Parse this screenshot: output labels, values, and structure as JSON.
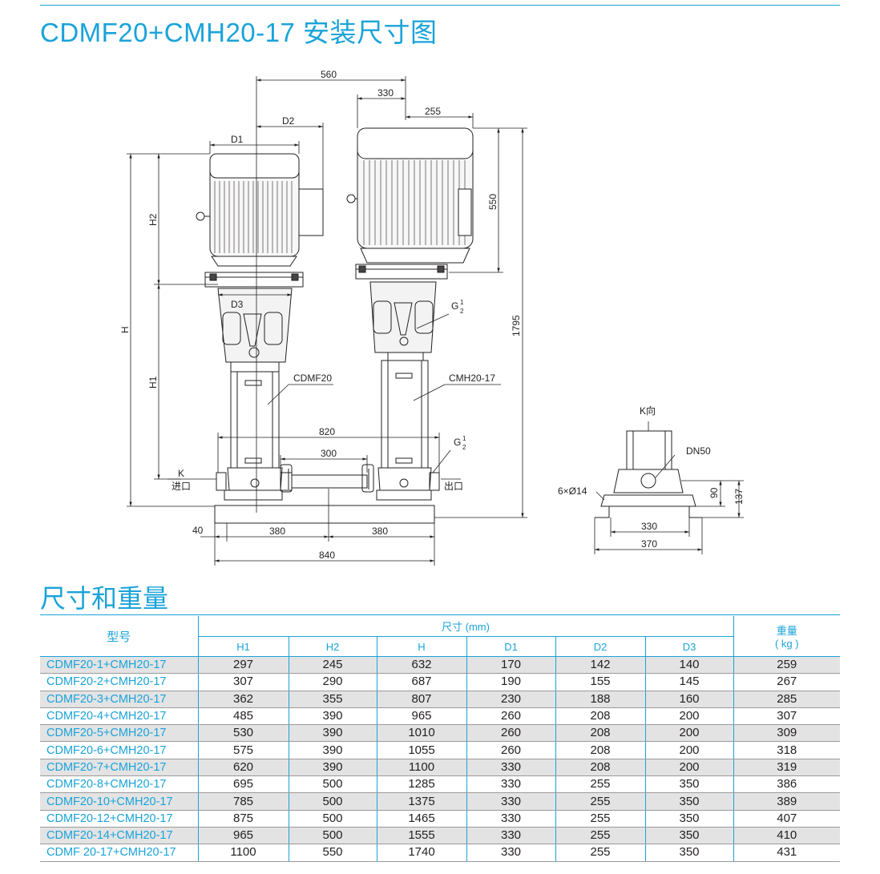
{
  "page": {
    "title": "CDMF20+CMH20-17 安装尺寸图",
    "subtitle": "尺寸和重量"
  },
  "drawing": {
    "labels": {
      "dim_560": "560",
      "dim_330_top": "330",
      "dim_255": "255",
      "dim_d2": "D2",
      "dim_d1": "D1",
      "dim_550": "550",
      "dim_1795": "1795",
      "dim_h2": "H2",
      "dim_h": "H",
      "dim_h1": "H1",
      "dim_d3": "D3",
      "label_g_top": "G",
      "label_cdmf20": "CDMF20",
      "label_cmh20": "CMH20-17",
      "dim_820": "820",
      "dim_300": "300",
      "label_g_bottom": "G",
      "label_k": "K",
      "label_inlet": "进口",
      "label_outlet": "出口",
      "dim_40": "40",
      "dim_380_left": "380",
      "dim_380_right": "380",
      "dim_840": "840",
      "side_label_k": "K向",
      "side_label_dn50": "DN50",
      "side_label_holes": "6×Ø14",
      "side_dim_90": "90",
      "side_dim_137": "137",
      "side_dim_330": "330",
      "side_dim_370": "370",
      "frac_num": "1",
      "frac_den": "2"
    }
  },
  "table": {
    "model_header": "型号",
    "size_header": "尺寸 (mm)",
    "weight_header": "重量",
    "weight_unit": "( kg )",
    "columns": [
      "H1",
      "H2",
      "H",
      "D1",
      "D2",
      "D3"
    ],
    "rows": [
      {
        "model": "CDMF20-1+CMH20-17",
        "h1": "297",
        "h2": "245",
        "h": "632",
        "d1": "170",
        "d2": "142",
        "d3": "140",
        "weight": "259"
      },
      {
        "model": "CDMF20-2+CMH20-17",
        "h1": "307",
        "h2": "290",
        "h": "687",
        "d1": "190",
        "d2": "155",
        "d3": "145",
        "weight": "267"
      },
      {
        "model": "CDMF20-3+CMH20-17",
        "h1": "362",
        "h2": "355",
        "h": "807",
        "d1": "230",
        "d2": "188",
        "d3": "160",
        "weight": "285"
      },
      {
        "model": "CDMF20-4+CMH20-17",
        "h1": "485",
        "h2": "390",
        "h": "965",
        "d1": "260",
        "d2": "208",
        "d3": "200",
        "weight": "307"
      },
      {
        "model": "CDMF20-5+CMH20-17",
        "h1": "530",
        "h2": "390",
        "h": "1010",
        "d1": "260",
        "d2": "208",
        "d3": "200",
        "weight": "309"
      },
      {
        "model": "CDMF20-6+CMH20-17",
        "h1": "575",
        "h2": "390",
        "h": "1055",
        "d1": "260",
        "d2": "208",
        "d3": "200",
        "weight": "318"
      },
      {
        "model": "CDMF20-7+CMH20-17",
        "h1": "620",
        "h2": "390",
        "h": "1100",
        "d1": "330",
        "d2": "208",
        "d3": "200",
        "weight": "319"
      },
      {
        "model": "CDMF20-8+CMH20-17",
        "h1": "695",
        "h2": "500",
        "h": "1285",
        "d1": "330",
        "d2": "255",
        "d3": "350",
        "weight": "386"
      },
      {
        "model": "CDMF20-10+CMH20-17",
        "h1": "785",
        "h2": "500",
        "h": "1375",
        "d1": "330",
        "d2": "255",
        "d3": "350",
        "weight": "389"
      },
      {
        "model": "CDMF20-12+CMH20-17",
        "h1": "875",
        "h2": "500",
        "h": "1465",
        "d1": "330",
        "d2": "255",
        "d3": "350",
        "weight": "407"
      },
      {
        "model": "CDMF20-14+CMH20-17",
        "h1": "965",
        "h2": "500",
        "h": "1555",
        "d1": "330",
        "d2": "255",
        "d3": "350",
        "weight": "410"
      },
      {
        "model": "CDMF 20-17+CMH20-17",
        "h1": "1100",
        "h2": "550",
        "h": "1740",
        "d1": "330",
        "d2": "255",
        "d3": "350",
        "weight": "431"
      }
    ]
  }
}
